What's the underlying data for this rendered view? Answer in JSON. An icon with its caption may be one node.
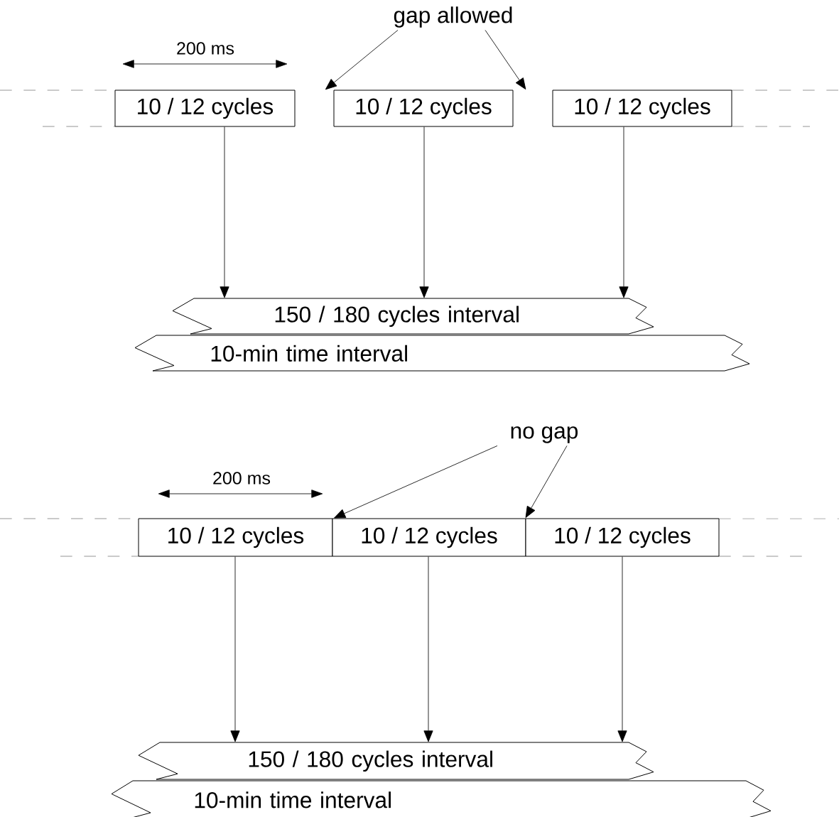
{
  "diagram": {
    "nodes": [
      {
        "text": [
          "gap allowed"
        ]
      },
      {
        "text": [
          "10 / 12 cycles"
        ]
      },
      {
        "text": [
          "10 / 12 cycles"
        ]
      },
      {
        "text": [
          "10 / 12 cycles"
        ]
      },
      {
        "text": [
          "150 / 180 cycles interval"
        ]
      },
      {
        "text": [
          "10-min time interval"
        ]
      },
      {
        "text": [
          "no gap"
        ]
      },
      {
        "text": [
          "10 / 12 cycles"
        ]
      },
      {
        "text": [
          "10 / 12 cycles"
        ]
      },
      {
        "text": [
          "10 / 12 cycles"
        ]
      },
      {
        "text": [
          "150 / 180 cycles interval"
        ]
      },
      {
        "text": [
          "10-min time interval"
        ]
      }
    ],
    "edges": [
      {
        "from": 0,
        "to": 2,
        "arrow": "to"
      },
      {
        "from": 0,
        "to": 2,
        "arrow": "to"
      },
      {
        "from": 1,
        "to": 4,
        "arrow": "to"
      },
      {
        "from": 2,
        "to": 4,
        "arrow": "to"
      },
      {
        "from": 3,
        "to": 4,
        "arrow": "to"
      },
      {
        "from": 6,
        "to": 8,
        "arrow": "to"
      },
      {
        "from": 6,
        "to": 9,
        "arrow": "to"
      },
      {
        "from": 7,
        "to": 10,
        "arrow": "to"
      },
      {
        "from": 8,
        "to": 10,
        "arrow": "to"
      },
      {
        "from": 9,
        "to": 10,
        "arrow": "to"
      }
    ],
    "labels": [
      "200 ms",
      "200 ms"
    ]
  }
}
